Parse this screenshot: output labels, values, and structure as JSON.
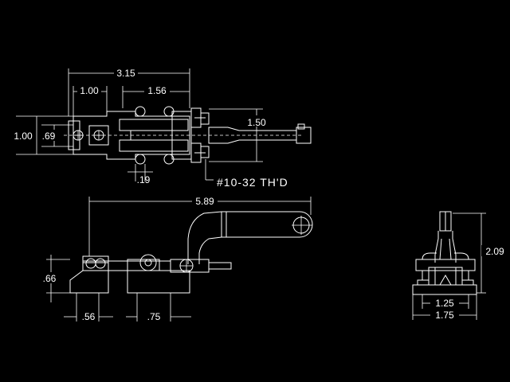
{
  "drawing": {
    "background": "#000000",
    "line_color": "#ffffff",
    "top_view": {
      "dim_overall": "3.15",
      "dim_left": "1.00",
      "dim_mid": "1.56",
      "dim_height_outer": "1.00",
      "dim_height_inner": ".69",
      "dim_right": "1.50",
      "dim_hole": ".19",
      "thread_note": "#10-32 TH'D"
    },
    "side_view": {
      "dim_length": "5.89",
      "dim_height": ".66",
      "dim_base_left": ".56",
      "dim_base_right": ".75"
    },
    "end_view": {
      "dim_height": "2.09",
      "dim_inner_width": "1.25",
      "dim_outer_width": "1.75"
    }
  }
}
